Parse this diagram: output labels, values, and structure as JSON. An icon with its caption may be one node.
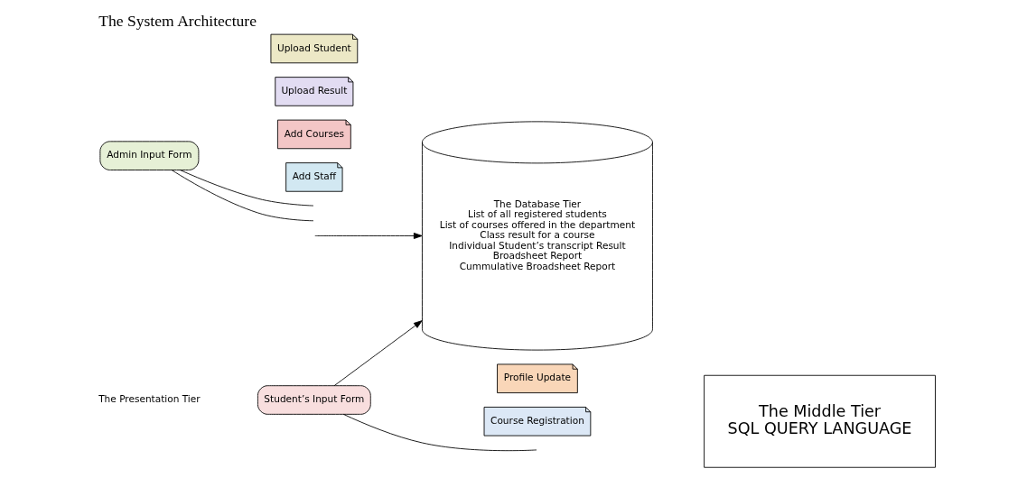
{
  "diagram": {
    "title": "The System Architecture",
    "nodes": [
      {
        "text": [
          "Student’s Input Form"
        ]
      },
      {
        "text": [
          "Profile Update"
        ]
      },
      {
        "text": [
          "Course Registration"
        ]
      },
      {
        "text": [
          "Admin Input Form"
        ]
      },
      {
        "text": [
          "Upload Student"
        ]
      },
      {
        "text": [
          "Upload Result"
        ]
      },
      {
        "text": [
          "Add Courses"
        ]
      },
      {
        "text": [
          "Add Staff"
        ]
      },
      {
        "text": [
          "The Middle Tier",
          "SQL QUERY LANGUAGE"
        ]
      },
      {
        "text": [
          "The Database Tier",
          "List of all registered students",
          "List of courses offered in the department",
          "Class result for a course",
          "Individual Student’s transcript Result",
          "Broadsheet Report",
          "Cummulative Broadsheet Report"
        ]
      }
    ],
    "edges": [
      {
        "from": 0,
        "to": 9,
        "arrow": "to"
      },
      {
        "from": 0,
        "to": null,
        "arrow": "none"
      },
      {
        "from": 3,
        "to": null,
        "arrow": "none"
      },
      {
        "from": 3,
        "to": null,
        "arrow": "none"
      },
      {
        "from": null,
        "to": 9,
        "arrow": "to"
      }
    ],
    "labels": [
      "The Presentation Tier"
    ]
  }
}
